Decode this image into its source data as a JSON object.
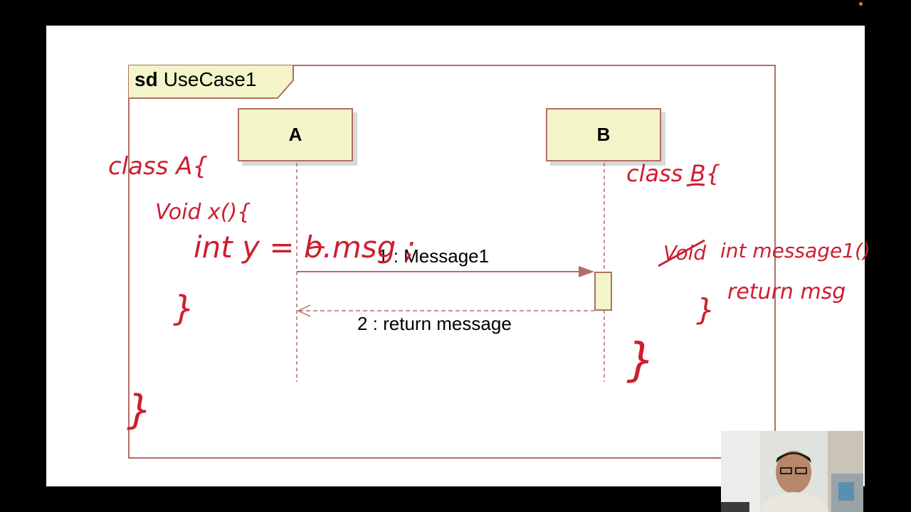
{
  "diagram": {
    "frame_keyword": "sd",
    "frame_name": "UseCase1",
    "lifelines": [
      "A",
      "B"
    ],
    "messages": [
      {
        "label": "1 : Message1",
        "style": "synchronous"
      },
      {
        "label": "2 : return message",
        "style": "return"
      }
    ]
  },
  "annotations": {
    "class_a_header": "class A{",
    "method_x": "Void x(){",
    "statement": "int y = b.msg ;",
    "close_x": "}",
    "close_a": "}",
    "class_b_header": "class B{",
    "struck_word": "Void",
    "method_message": "int message1()",
    "return_stmt": "return msg",
    "close_message": "}",
    "close_b": "}"
  },
  "colors": {
    "frame_border": "#b06e66",
    "lifeline_fill": "#f3f5c8",
    "ink": "#cc1f2f",
    "background": "#000000",
    "slide": "#ffffff"
  }
}
